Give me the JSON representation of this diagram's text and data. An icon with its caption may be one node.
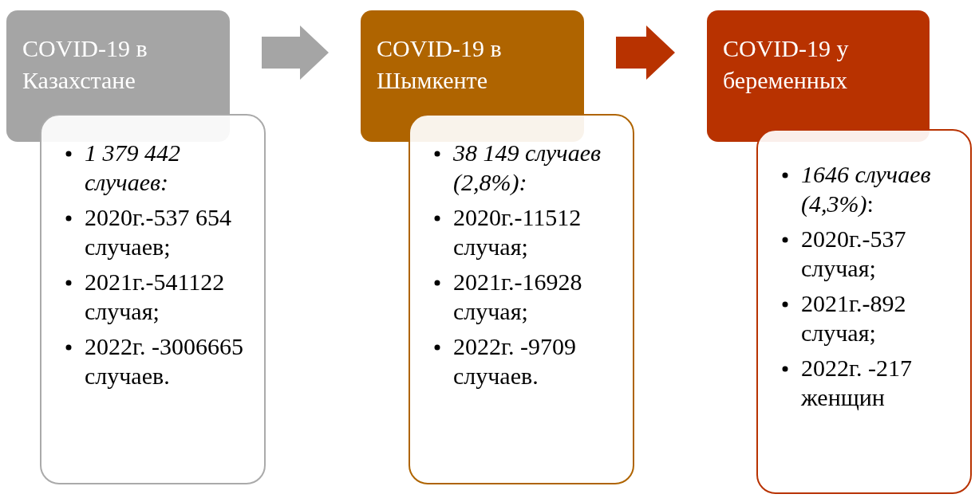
{
  "diagram": {
    "nodes": [
      {
        "text": [
          "COVID-19 в Казахстане"
        ]
      },
      {
        "text": [
          "*1 379 442 случаев:*",
          "2020г.-537 654 случаев;",
          "2021г.-541122 случая;",
          "2022г. -3006665 случаев."
        ]
      },
      {
        "text": [
          "COVID-19 в Шымкенте"
        ]
      },
      {
        "text": [
          "*38 149 случаев (2,8%):*",
          "2020г.-11512 случая;",
          "2021г.-16928 случая;",
          "2022г. -9709 случаев."
        ]
      },
      {
        "text": [
          "COVID-19 у беременных"
        ]
      },
      {
        "text": [
          "*1646 случаев (4,3%)*:",
          "2020г.-537 случая;",
          "2021г.-892 случая;",
          "2022г. -217 женщин"
        ]
      }
    ],
    "edges": [
      {
        "from": 0,
        "to": 2,
        "arrow": "to",
        "color": "#a5a5a5"
      },
      {
        "from": 2,
        "to": 4,
        "arrow": "to",
        "color": "#b83200"
      }
    ]
  }
}
